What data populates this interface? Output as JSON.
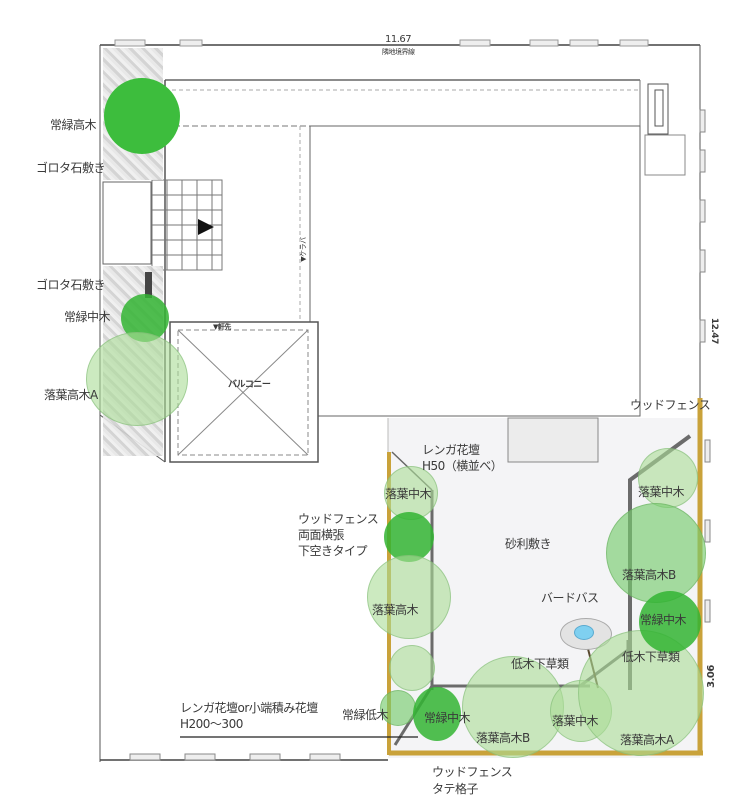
{
  "plan": {
    "boundary_dimension_top": "11.67",
    "boundary_caption_top": "隣地境界線",
    "dimension_right": "3.06",
    "dimension_right_upper": "12.47",
    "balcony_label": "バルコニー",
    "room_label": "▼ケラバ",
    "eaves_label": "▼軒先"
  },
  "labels": {
    "evergreen_tall": "常緑高木",
    "gravel_top": "ゴロタ石敷き",
    "gravel_mid": "ゴロタ石敷き",
    "evergreen_mid_left": "常緑中木",
    "deciduous_tall_a_left": "落葉高木A",
    "wood_fence_right": "ウッドフェンス",
    "brick_bed": "レンガ花壇\nH50（横並べ）",
    "deciduous_mid_left": "落葉中木",
    "wood_fence_left": "ウッドフェンス\n両面横張\n下空きタイプ",
    "deciduous_tall_left": "落葉高木",
    "gravel_center": "砂利敷き",
    "deciduous_mid_right": "落葉中木",
    "deciduous_tall_b_right": "落葉高木B",
    "birdbath": "バードバス",
    "evergreen_mid_right": "常緑中木",
    "shrub_under_left": "低木下草類",
    "shrub_under_right": "低木下草類",
    "brick_bed_note": "レンガ花壇or小端積み花壇\nH200～300",
    "evergreen_low": "常緑低木",
    "evergreen_mid_bottom": "常緑中木",
    "deciduous_tall_b_bottom": "落葉高木B",
    "deciduous_mid_bottom": "落葉中木",
    "deciduous_tall_a_bottom": "落葉高木A",
    "wood_fence_bottom": "ウッドフェンス\nタテ格子"
  },
  "colors": {
    "evergreen": "#3dbd3d",
    "deciduous": "#b9e3a8",
    "fence": "#c9a23a",
    "wall": "#6b6b6b",
    "water": "#7fd0f0"
  }
}
